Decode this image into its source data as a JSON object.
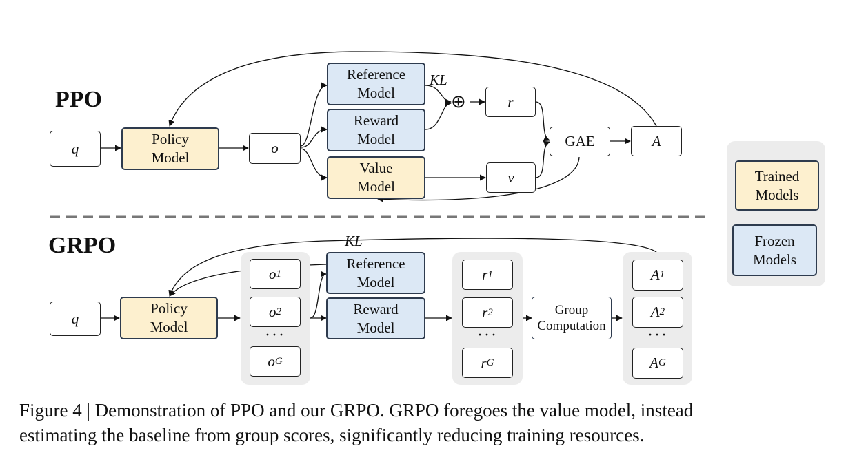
{
  "ppo": {
    "title": "PPO",
    "q": "q",
    "policy": "Policy\nModel",
    "o": "o",
    "reference": "Reference\nModel",
    "reward": "Reward\nModel",
    "value": "Value\nModel",
    "kl": "KL",
    "plus": "⊕",
    "r": "r",
    "v": "v",
    "gae": "GAE",
    "a": "A"
  },
  "grpo": {
    "title": "GRPO",
    "q": "q",
    "policy": "Policy\nModel",
    "kl": "KL",
    "reference": "Reference\nModel",
    "reward": "Reward\nModel",
    "group": "Group\nComputation",
    "outputs": [
      {
        "base": "o",
        "sub": "1"
      },
      {
        "base": "o",
        "sub": "2"
      },
      {
        "base": "o",
        "sub": "G"
      }
    ],
    "rewards": [
      {
        "base": "r",
        "sub": "1"
      },
      {
        "base": "r",
        "sub": "2"
      },
      {
        "base": "r",
        "sub": "G"
      }
    ],
    "advantages": [
      {
        "base": "A",
        "sub": "1"
      },
      {
        "base": "A",
        "sub": "2"
      },
      {
        "base": "A",
        "sub": "G"
      }
    ],
    "ellipsis": "···"
  },
  "legend": {
    "trained": "Trained\nModels",
    "frozen": "Frozen\nModels"
  },
  "colors": {
    "trained_fill": "#fdf0cf",
    "frozen_fill": "#dce8f5",
    "panel_fill": "#ececec",
    "border": "#2e3b4e"
  },
  "caption": "Figure 4 | Demonstration of PPO and our GRPO. GRPO foregoes the value model, instead\nestimating the baseline from group scores, significantly reducing training resources."
}
